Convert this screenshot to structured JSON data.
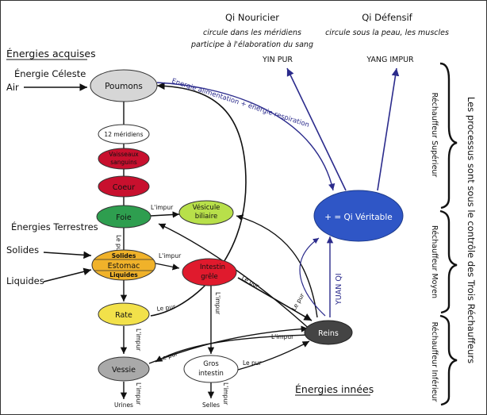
{
  "labels": {
    "energies_acquises": "Énergies acquises",
    "energie_celeste": "Énergie Céleste",
    "air": "Air",
    "energies_terrestres": "Énergies Terrestres",
    "solides": "Solides",
    "liquides": "Liquides",
    "energies_innees": "Énergies innées"
  },
  "qi": {
    "nouricier_title": "Qi Nouricier",
    "nouricier_line1": "circule dans les méridiens",
    "nouricier_line2": "participe à l'élaboration du sang",
    "defensif_title": "Qi Défensif",
    "defensif_line1": "circule sous la peau, les muscles",
    "yin_pur": "YIN  PUR",
    "yang_impur": "YANG  IMPUR",
    "veritable": "+ = Qi Véritable",
    "yuan_qi": "YUAN QI"
  },
  "organs": {
    "poumons": "Poumons",
    "meridiens": "12 méridiens",
    "vaisseaux_1": "Vaisseaux",
    "vaisseaux_2": "sanguins",
    "coeur": "Coeur",
    "foie": "Foie",
    "vesicule_1": "Vésicule",
    "vesicule_2": "biliaire",
    "solides_tag": "Solides",
    "estomac": "Estomac",
    "liquides_tag": "Liquides",
    "intestin_1": "Intestin",
    "intestin_2": "grêle",
    "rate": "Rate",
    "reins": "Reins",
    "vessie": "Vessie",
    "gros_1": "Gros",
    "gros_2": "intestin",
    "urines": "Urines",
    "selles": "Selles"
  },
  "flows": {
    "alimentation": "Energie alimentation + énergie respiration",
    "impur_foie": "L'impur",
    "pur_estomac": "Le pur",
    "impur_estomac": "L'impur",
    "pur_intestin": "Le pur",
    "impur_intestin": "L'impur",
    "pur_rate": "Le pur",
    "impur_rate": "L'impur",
    "pur_reins": "Le pur",
    "impur_reins": "L'impur",
    "pur_vessie": "Le pur",
    "impur_vessie": "L'impur",
    "pur_gros": "Le pur",
    "impur_gros": "L'impur"
  },
  "rechauffeurs": {
    "superieur": "Réchauffeur Supérieur",
    "moyen": "Réchauffeur Moyen",
    "inferieur": "Réchauffeur Inférieur",
    "controle": "Les processus sont sous le contrôle des Trois Réchauffeurs"
  },
  "colors": {
    "poumons": "#d6d6d6",
    "vaisseaux": "#c8102e",
    "coeur": "#c8102e",
    "foie": "#2e9e4f",
    "vesicule": "#b8e04a",
    "estomac": "#f0b22a",
    "intestin": "#e01a2d",
    "rate": "#f2e14a",
    "reins": "#444444",
    "vessie": "#a9a9a9",
    "qi_veritable": "#2f56c6",
    "flow_blue": "#2b2b8c"
  }
}
